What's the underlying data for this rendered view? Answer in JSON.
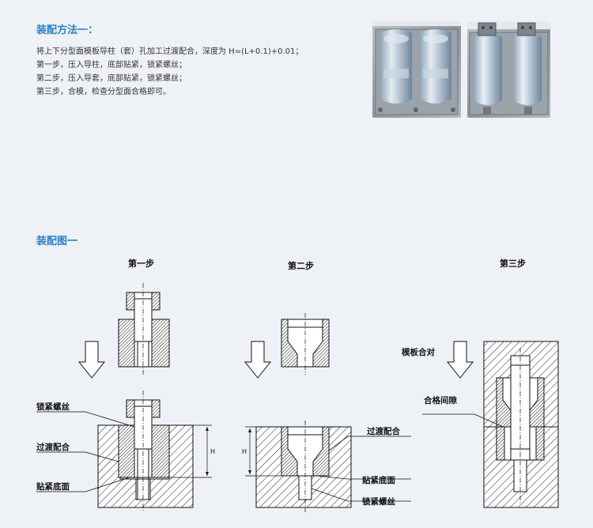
{
  "section1": {
    "title": "装配方法一：",
    "lines": [
      "将上下分型面模板导柱（套）孔加工过渡配合，深度为 H=(L+0.1)+0.01；",
      "第一步，压入导柱，底部贴紧，锁紧螺丝；",
      "第二步，压入导套，底部贴紧，锁紧螺丝；",
      "第三步，合模，检查分型面合格即可。"
    ]
  },
  "section2": {
    "title": "装配图一"
  },
  "diagram": {
    "steps": [
      "第一步",
      "第二步",
      "第三步"
    ],
    "labels": {
      "lock_screw_1": "锁紧螺丝",
      "transition_fit_1": "过渡配合",
      "bottom_fit_1": "贴紧底面",
      "transition_fit_2": "过渡配合",
      "bottom_fit_2": "贴紧底面",
      "lock_screw_2": "锁紧螺丝",
      "plate_close": "模板合对",
      "gap_ok": "合格间隙"
    },
    "dim_label": "H"
  },
  "colors": {
    "heading": "#2b7fc3",
    "line": "#111111",
    "background": "#eef2f7"
  }
}
